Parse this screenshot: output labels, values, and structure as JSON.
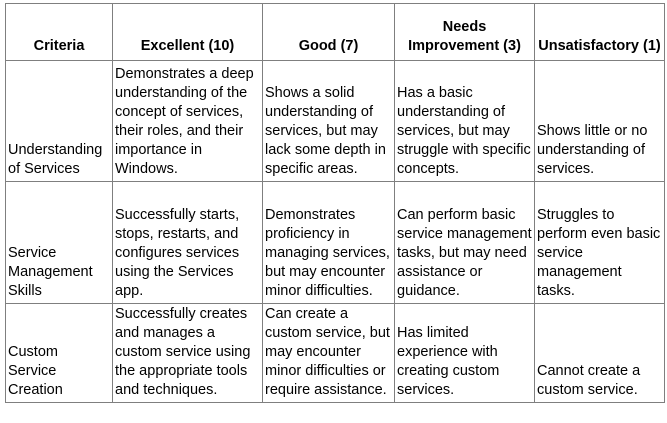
{
  "rubric": {
    "headers": [
      "Criteria",
      "Excellent (10)",
      "Good (7)",
      "Needs Improvement (3)",
      "Unsatisfactory (1)"
    ],
    "rows": [
      {
        "criteria": "Understanding of Services",
        "excellent": "Demonstrates a deep understanding of the concept of services, their roles, and their importance in Windows.",
        "good": "Shows a solid understanding of services, but may lack some depth in specific areas.",
        "needs_improvement": "Has a basic understanding of services, but may struggle with specific concepts.",
        "unsatisfactory": "Shows little or no understanding of services."
      },
      {
        "criteria": "Service Management Skills",
        "excellent": "Successfully starts, stops, restarts, and configures services using the Services app.",
        "good": "Demonstrates proficiency in managing services, but may encounter minor difficulties.",
        "needs_improvement": "Can perform basic service management tasks, but may need assistance or guidance.",
        "unsatisfactory": "Struggles to perform even basic service management tasks."
      },
      {
        "criteria": "Custom Service Creation",
        "excellent": "Successfully creates and manages a custom service using the appropriate tools and techniques.",
        "good": "Can create a custom service, but may encounter minor difficulties or require assistance.",
        "needs_improvement": "Has limited experience with creating custom services.",
        "unsatisfactory": "Cannot create a custom service."
      }
    ]
  }
}
